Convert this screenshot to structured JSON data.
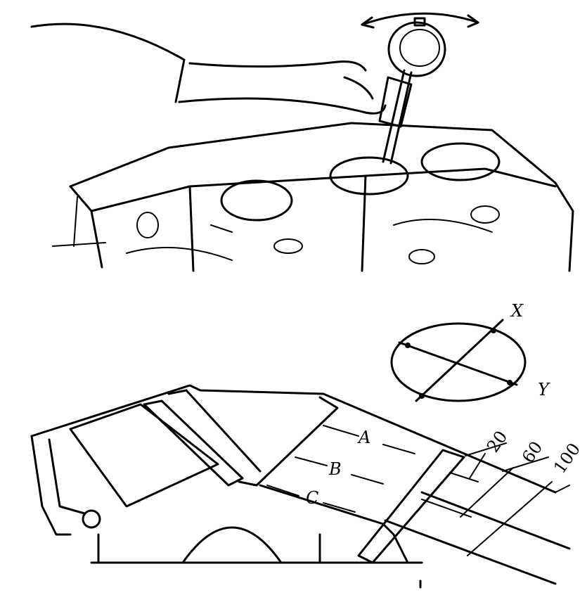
{
  "figure": {
    "circle_axes": {
      "x_label": "X",
      "y_label": "Y"
    },
    "measure_planes": {
      "a": "A",
      "b": "B",
      "c": "C"
    },
    "distances": {
      "d1": "20",
      "d2": "60",
      "d3": "100"
    }
  }
}
